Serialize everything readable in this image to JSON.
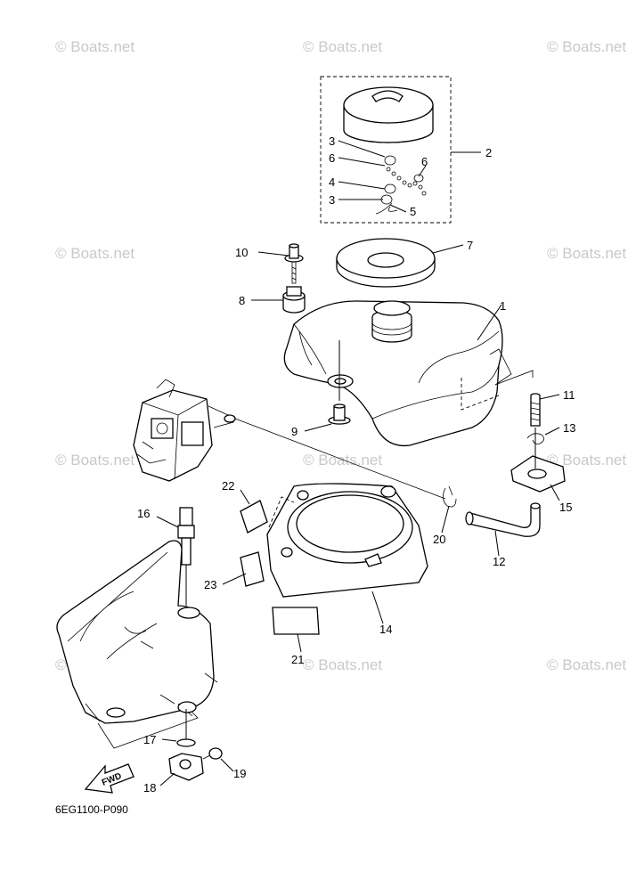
{
  "diagram": {
    "drawing_code": "6EG1100-P090",
    "fwd_label": "FWD",
    "watermark_text": "© Boats.net",
    "callouts": [
      "1",
      "2",
      "3",
      "3",
      "4",
      "5",
      "6",
      "6",
      "7",
      "8",
      "9",
      "10",
      "11",
      "12",
      "13",
      "14",
      "15",
      "16",
      "17",
      "18",
      "19",
      "20",
      "21",
      "22",
      "23"
    ]
  },
  "colors": {
    "line": "#000000",
    "watermark": "#c9c9c9",
    "background": "#ffffff"
  }
}
